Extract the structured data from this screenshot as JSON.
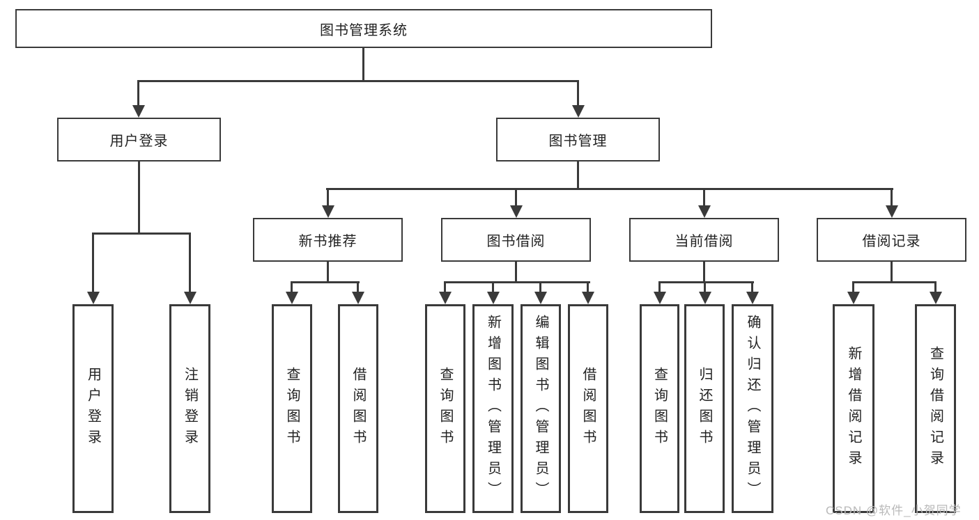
{
  "tree": {
    "root": {
      "label": "图书管理系统"
    },
    "branches": [
      {
        "label": "用户登录",
        "children": [
          {
            "label": "用户登录"
          },
          {
            "label": "注销登录"
          }
        ]
      },
      {
        "label": "图书管理",
        "children": [
          {
            "label": "新书推荐",
            "children": [
              {
                "label": "查询图书"
              },
              {
                "label": "借阅图书"
              }
            ]
          },
          {
            "label": "图书借阅",
            "children": [
              {
                "label": "查询图书"
              },
              {
                "label": "新增图书（管理员）"
              },
              {
                "label": "编辑图书（管理员）"
              },
              {
                "label": "借阅图书"
              }
            ]
          },
          {
            "label": "当前借阅",
            "children": [
              {
                "label": "查询图书"
              },
              {
                "label": "归还图书"
              },
              {
                "label": "确认归还（管理员）"
              }
            ]
          },
          {
            "label": "借阅记录",
            "children": [
              {
                "label": "新增借阅记录"
              },
              {
                "label": "查询借阅记录"
              }
            ]
          }
        ]
      }
    ]
  },
  "watermark": "CSDN @软件_小贺同学",
  "colors": {
    "line": "#3a3a3a",
    "text": "#222222",
    "background": "#ffffff",
    "watermark": "#b9b9b9"
  }
}
